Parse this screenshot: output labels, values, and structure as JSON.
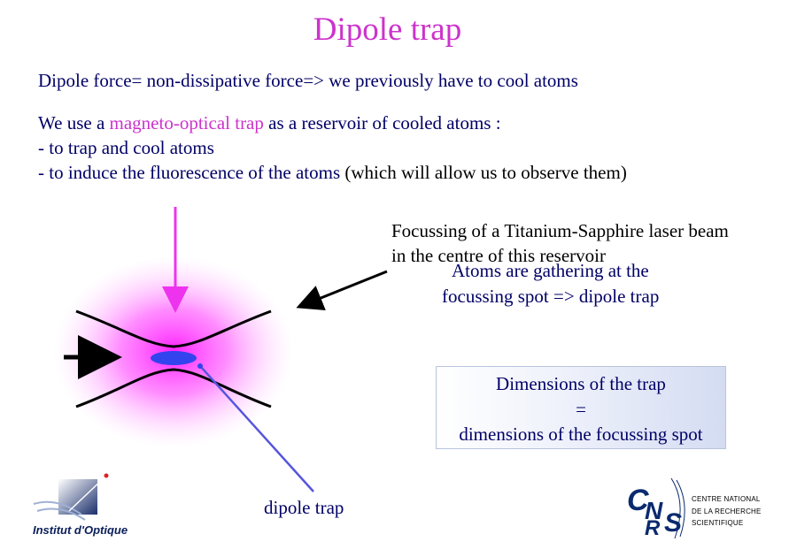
{
  "title": "Dipole trap",
  "line1": "Dipole force= non-dissipative force=> we previously have to cool atoms",
  "line2": {
    "pre": "We use a ",
    "highlight": "magneto-optical trap",
    "post": " as a reservoir of cooled atoms :"
  },
  "line3": "- to trap and cool atoms",
  "line4": {
    "text": "- to induce the fluorescence of the atoms",
    "note": " (which will allow us to observe them)"
  },
  "focus_note": {
    "line1": "Focussing of a Titanium-Sapphire laser beam",
    "line2": "in the centre of this reservoir"
  },
  "atoms_note": {
    "line1": "Atoms are gathering at the",
    "line2": "focussing spot => dipole trap"
  },
  "dimensions_box": {
    "line1": "Dimensions of the trap",
    "line2": "=",
    "line3": "dimensions of the focussing spot"
  },
  "dipole_label": "dipole trap",
  "logos": {
    "institut": "Institut d'Optique",
    "cnrs": {
      "mark": "CNRS",
      "line1": "CENTRE NATIONAL",
      "line2": "DE LA RECHERCHE",
      "line3": "SCIENTIFIQUE"
    }
  },
  "colors": {
    "title": "#cc33cc",
    "text": "#000066",
    "mot_glow": "#ff33ff",
    "trap_spot": "#3344ee",
    "pointer_line": "#5555dd"
  }
}
